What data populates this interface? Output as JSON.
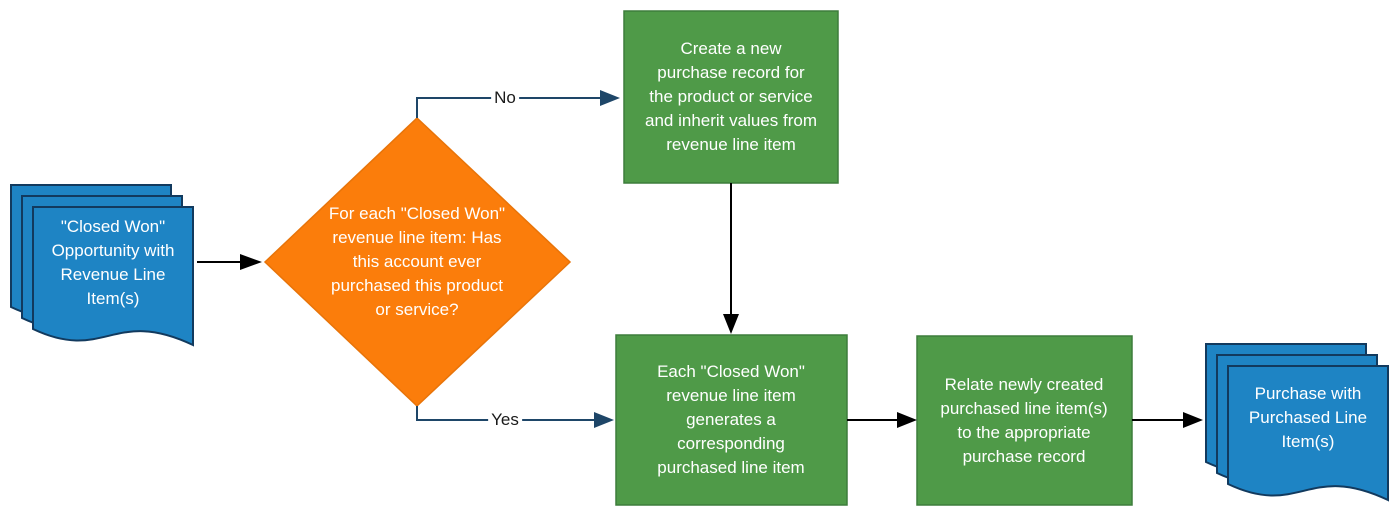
{
  "colors": {
    "blue": "#1e84c4",
    "blue-border": "#123a5e",
    "green": "#4f9a48",
    "green-border": "#3d7d3b",
    "orange": "#fb7d0b",
    "orange-border": "#e87409",
    "navy": "#1e4668",
    "black": "#000000",
    "white": "#ffffff",
    "dark-text": "#1a1a1a"
  },
  "diagram": {
    "start_document": {
      "label": "\"Closed Won\" Opportunity with Revenue Line Item(s)"
    },
    "decision": {
      "label": "For each \"Closed Won\" revenue line item: Has this account ever purchased this product or service?"
    },
    "no_branch": {
      "connector_label": "No",
      "box": {
        "label": "Create a new purchase record for the product or service and inherit values from revenue line item"
      }
    },
    "yes_branch": {
      "connector_label": "Yes",
      "box": {
        "label": "Each \"Closed Won\" revenue line item generates a corresponding purchased line item"
      }
    },
    "relate_box": {
      "label": "Relate newly created purchased line item(s) to the appropriate purchase record"
    },
    "end_document": {
      "label": "Purchase with Purchased Line Item(s)"
    }
  }
}
